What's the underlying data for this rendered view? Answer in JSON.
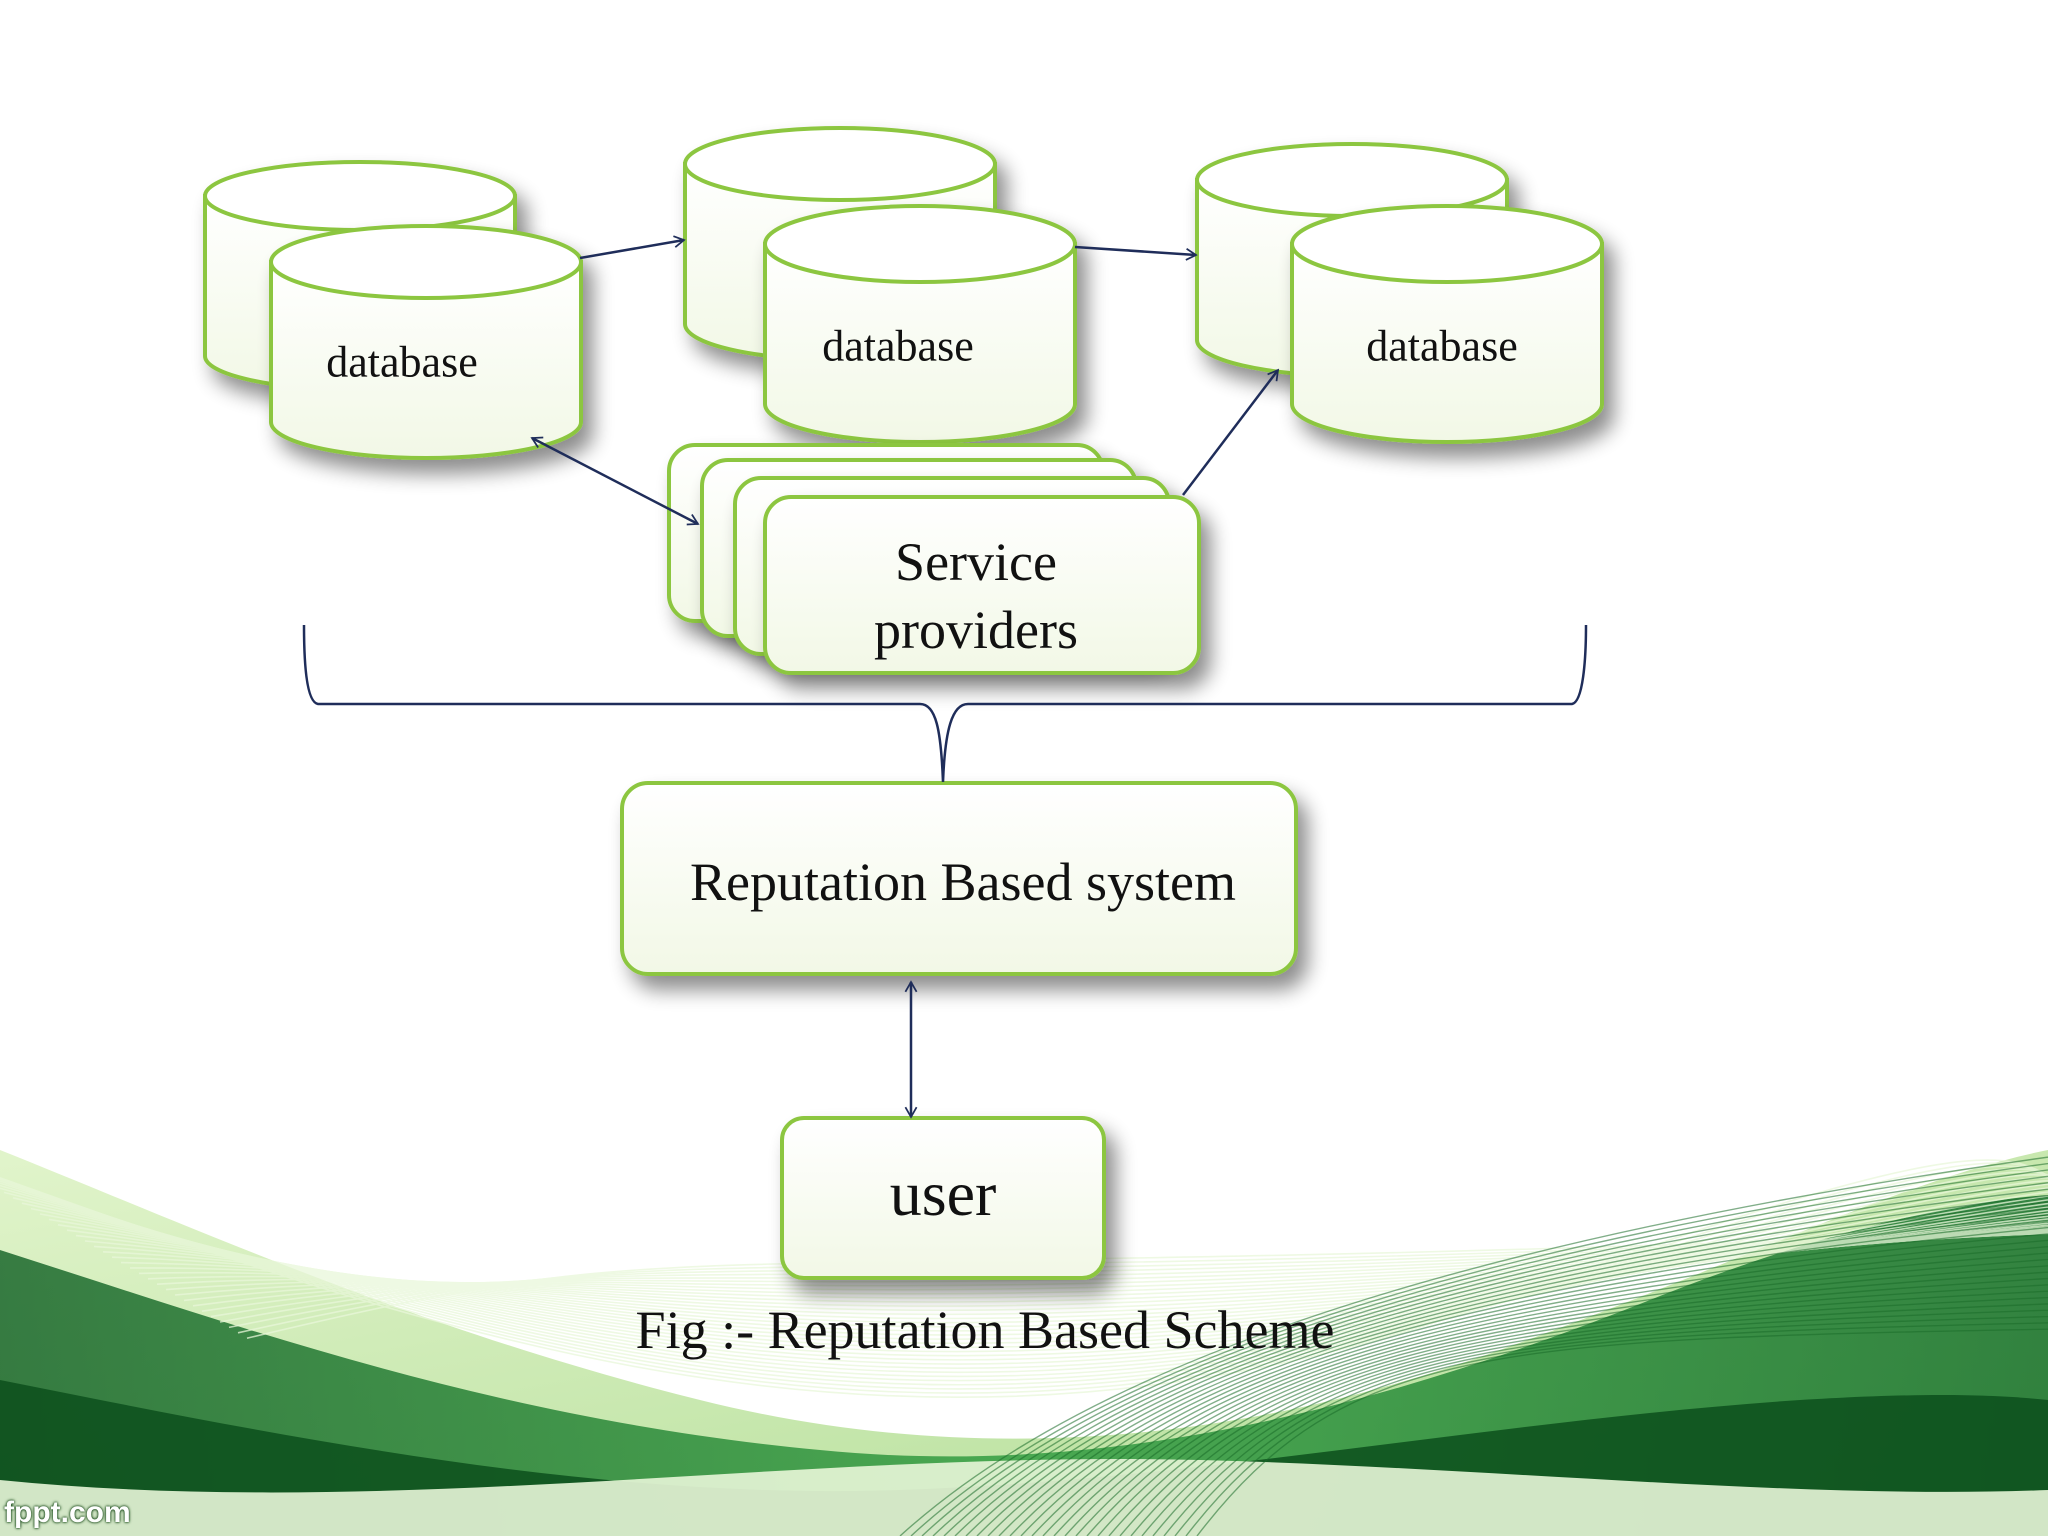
{
  "diagram": {
    "database_label": "database",
    "service_providers_label": "Service providers",
    "reputation_system_label": "Reputation Based system",
    "user_label": "user"
  },
  "caption": "Fig :- Reputation Based Scheme",
  "watermark": "fppt.com",
  "colors": {
    "shape_border": "#8cc63f",
    "shape_fill": "#fbfdf6",
    "connector": "#1f2d5a",
    "wave_dark": "#1f7a32",
    "wave_light": "#9bd45a"
  }
}
